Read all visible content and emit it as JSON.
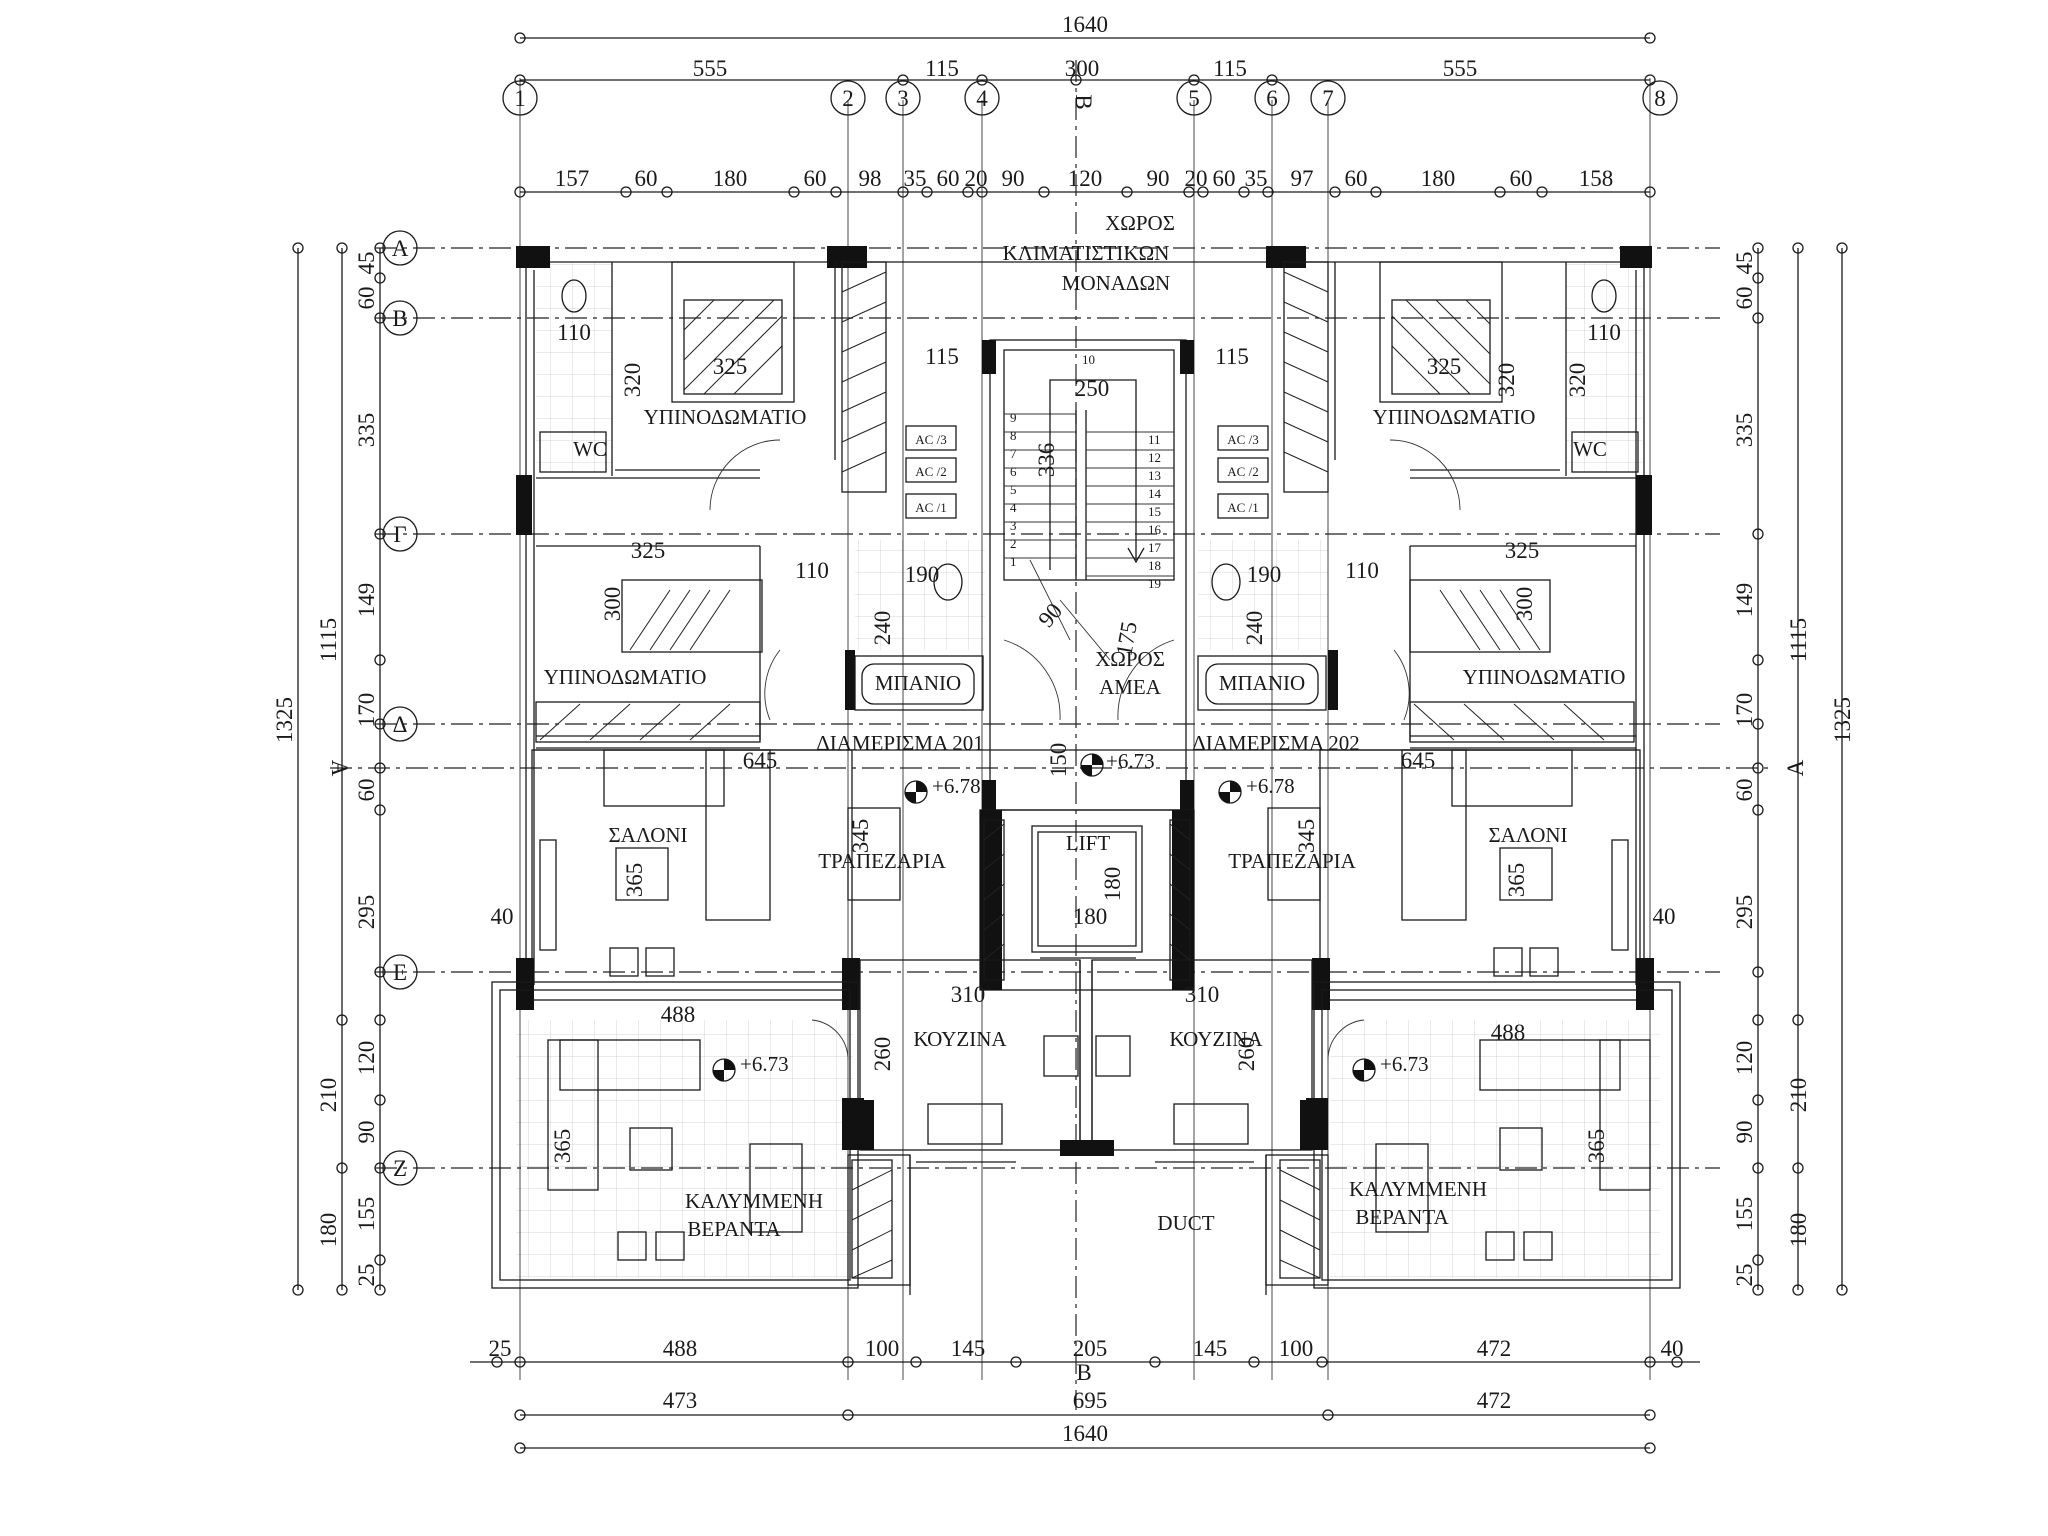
{
  "dimensions": {
    "total_width": "1640",
    "top_segments": [
      "555",
      "115",
      "300",
      "115",
      "555"
    ],
    "top_detail": [
      "157",
      "60",
      "180",
      "60",
      "98",
      "35",
      "60",
      "20",
      "90",
      "120",
      "90",
      "20",
      "60",
      "35",
      "97",
      "60",
      "180",
      "60",
      "158"
    ],
    "left_total": "1325",
    "left_sub": "1115",
    "left_segments": [
      "45",
      "60",
      "335",
      "149",
      "170",
      "60",
      "295",
      "120",
      "90",
      "155",
      "25"
    ],
    "left_combined": "210",
    "left_bottom": "180",
    "right_total": "1325",
    "right_sub": "1115",
    "right_segments": [
      "45",
      "60",
      "335",
      "149",
      "170",
      "60",
      "295",
      "120",
      "90",
      "155",
      "25"
    ],
    "right_combined": "210",
    "right_bottom": "180",
    "bottom_segments": [
      "25",
      "488",
      "100",
      "145",
      "205",
      "145",
      "100",
      "472",
      "40"
    ],
    "bottom_row2": [
      "473",
      "695",
      "472"
    ],
    "bottom_total": "1640",
    "side_40_left": "40",
    "side_40_right": "40"
  },
  "grid": {
    "columns": [
      "1",
      "2",
      "3",
      "4",
      "5",
      "6",
      "7",
      "8"
    ],
    "rows": [
      "A",
      "B",
      "Γ",
      "Δ",
      "E",
      "Z"
    ],
    "section_marks": [
      "B",
      "B",
      "A",
      "A"
    ]
  },
  "rooms": {
    "ac_space": [
      "ΧΩΡΟΣ",
      "ΚΛΙΜΑΤΙΣΤΙΚΩΝ",
      "ΜΟΝΑΔΩΝ"
    ],
    "bedroom": "ΥΠΙΝΟΔΩΜΑΤΙΟ",
    "wc": "WC",
    "bath": "ΜΠΑΝΙΟ",
    "disabled_space": [
      "ΧΩΡΟΣ",
      "ΑΜΕΑ"
    ],
    "apartment_201": "ΔΙΑΜΕΡΙΣΜΑ 201",
    "apartment_202": "ΔΙΑΜΕΡΙΣΜΑ 202",
    "living": "ΣΑΛΟΝΙ",
    "dining": "ΤΡΑΠΕΖΑΡΙΑ",
    "lift": "LIFT",
    "kitchen": "ΚΟΥΖΙΝΑ",
    "veranda": [
      "ΚΑΛΥΜΜΕΝΗ",
      "ΒΕΡΑΝΤΑ"
    ],
    "duct": "DUCT"
  },
  "labels": {
    "ac1": "AC /1",
    "ac2": "AC /2",
    "ac3": "AC /3",
    "dim_110": "110",
    "dim_115": "115",
    "dim_325": "325",
    "dim_320": "320",
    "dim_300": "300",
    "dim_250": "250",
    "dim_336": "336",
    "dim_190": "190",
    "dim_240": "240",
    "dim_90": "90",
    "dim_175": "175",
    "dim_150": "150",
    "dim_645": "645",
    "dim_345": "345",
    "dim_365": "365",
    "dim_180": "180",
    "dim_310": "310",
    "dim_260": "260",
    "dim_488": "488",
    "level_673": "+6.73",
    "level_678": "+6.78"
  },
  "stair_steps_left": [
    "1",
    "2",
    "3",
    "4",
    "5",
    "6",
    "7",
    "8",
    "9"
  ],
  "stair_steps_right": [
    "11",
    "12",
    "13",
    "14",
    "15",
    "16",
    "17",
    "18",
    "19"
  ],
  "stair_top": "10"
}
